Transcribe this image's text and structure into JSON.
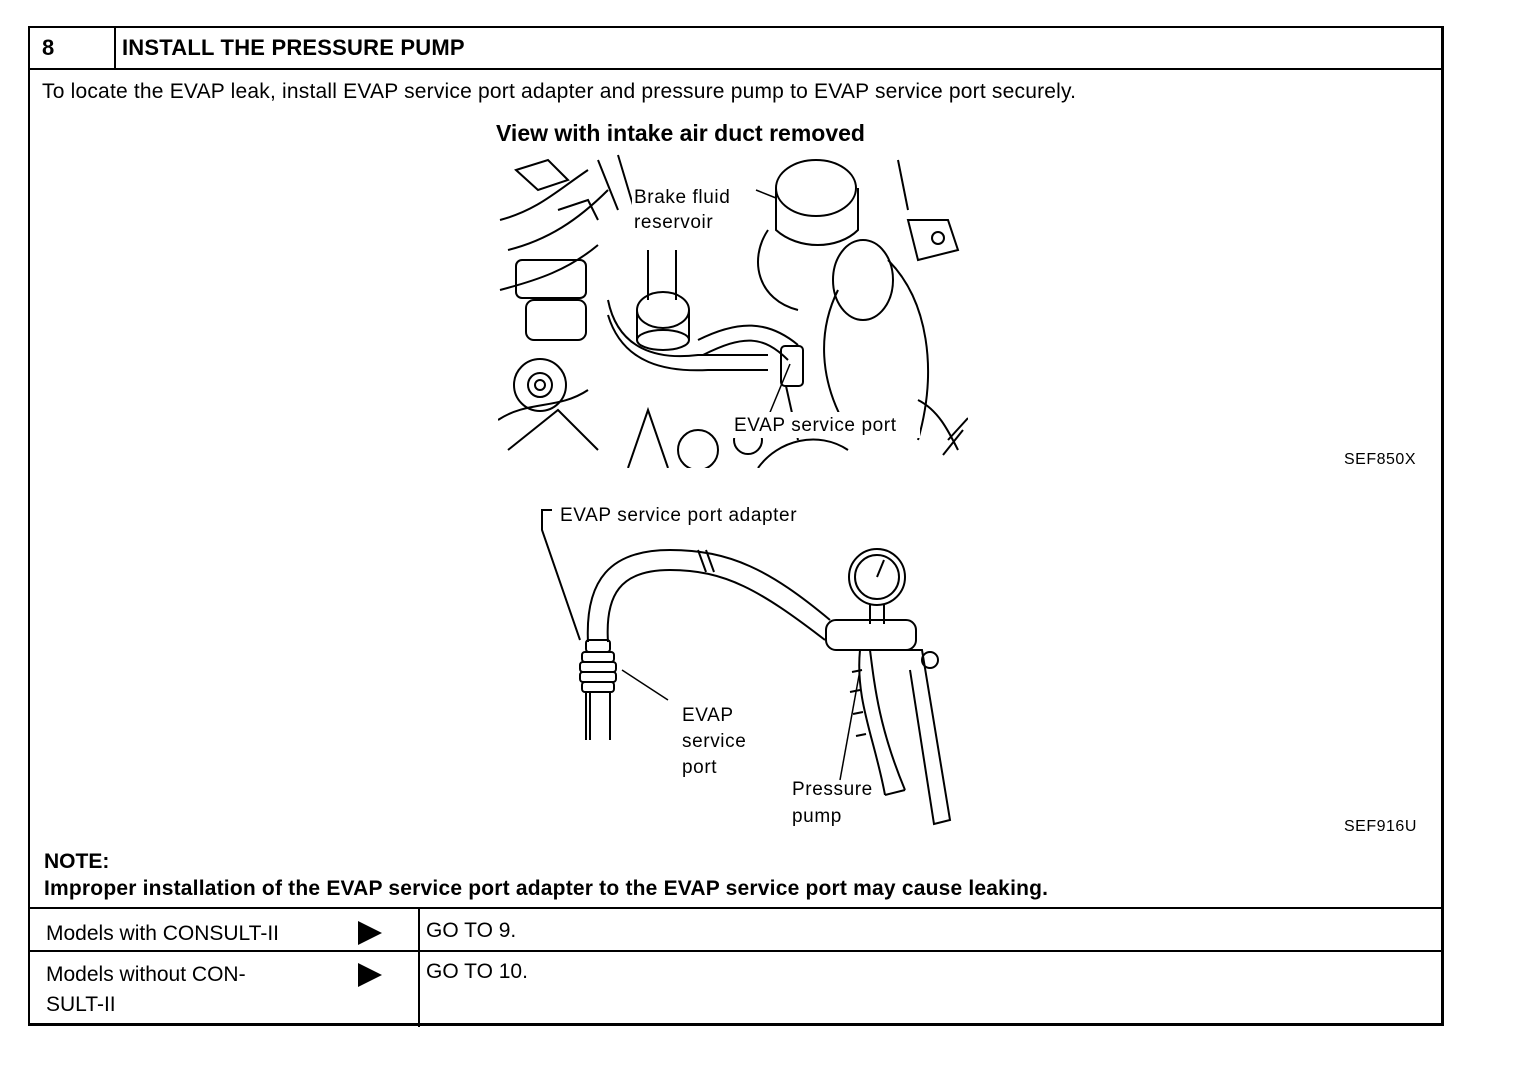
{
  "step": {
    "number": "8",
    "title": "INSTALL THE PRESSURE PUMP",
    "intro": "To locate the EVAP leak, install EVAP service port adapter and pressure pump to EVAP service port securely."
  },
  "figure1": {
    "caption": "View with intake air duct removed",
    "label_brake_1": "Brake fluid",
    "label_brake_2": "reservoir",
    "label_port": "EVAP service port",
    "code": "SEF850X"
  },
  "figure2": {
    "label_adapter": "EVAP service port adapter",
    "label_port_1": "EVAP",
    "label_port_2": "service",
    "label_port_3": "port",
    "label_pump_1": "Pressure",
    "label_pump_2": "pump",
    "code": "SEF916U"
  },
  "note": {
    "heading": "NOTE:",
    "text": "Improper installation of the EVAP service port adapter to the EVAP service port may cause leaking."
  },
  "branches": [
    {
      "condition": "Models with CONSULT-II",
      "action": "GO TO 9."
    },
    {
      "condition": "Models without CON-\nSULT-II",
      "action": "GO TO 10."
    }
  ]
}
